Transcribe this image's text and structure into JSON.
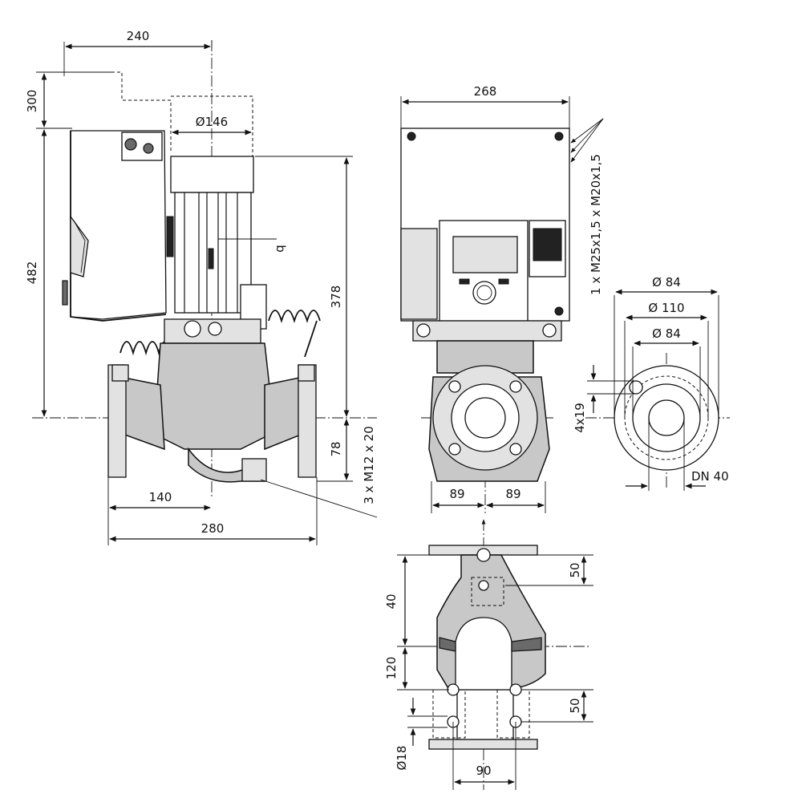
{
  "side_view": {
    "dim_width_top": "240",
    "dim_clearance": "300",
    "dim_total_height": "482",
    "dim_motor_diameter": "Ø146",
    "dim_shaft_height": "378",
    "dim_base_height": "78",
    "dim_half_length": "140",
    "dim_length": "280",
    "screws_label": "3 x M12 x 20",
    "marker": "b"
  },
  "front_view": {
    "dim_width": "268",
    "cable_glands": "1 x M25x1,5 x M20x1,5",
    "dim_left": "89",
    "dim_right": "89"
  },
  "flange_view": {
    "dim_outer": "Ø 84",
    "dim_bolt_circle": "Ø 110",
    "dim_inner": "Ø 84",
    "dim_holes": "4x19",
    "nominal": "DN 40"
  },
  "bottom_view": {
    "dim_40": "40",
    "dim_120": "120",
    "dim_50_top": "50",
    "dim_50_bottom": "50",
    "dim_hole": "Ø18",
    "dim_90": "90"
  }
}
